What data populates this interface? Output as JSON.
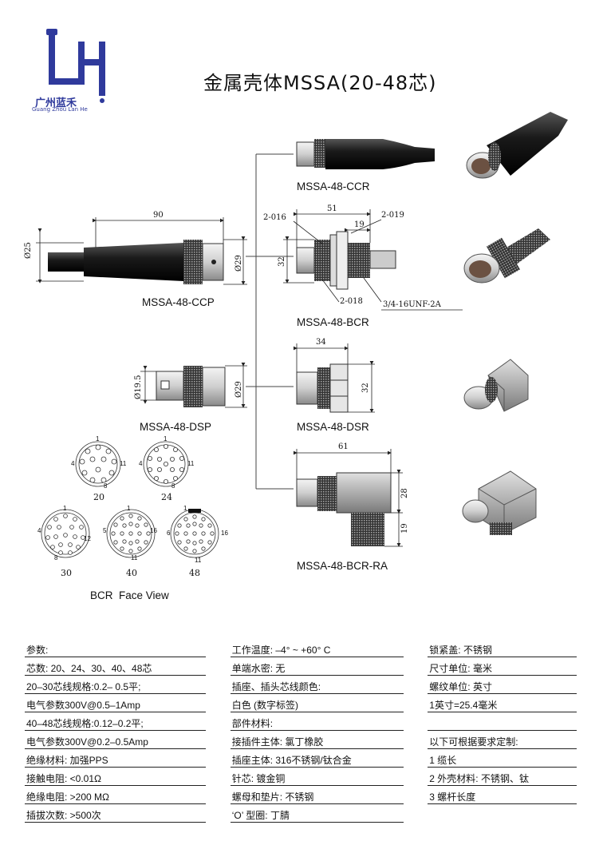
{
  "logo": {
    "company_cn": "广州蓝禾",
    "company_en": "Guang Zhou Lan He"
  },
  "title": "金属壳体MSSA(20-48芯)",
  "products": {
    "ccr": "MSSA-48-CCR",
    "ccp": "MSSA-48-CCP",
    "bcr": "MSSA-48-BCR",
    "dsp": "MSSA-48-DSP",
    "dsr": "MSSA-48-DSR",
    "bcr_ra": "MSSA-48-BCR-RA"
  },
  "dims": {
    "ccp_len": "90",
    "ccp_d25": "Ø25",
    "ccp_d29": "Ø29",
    "bcr_51": "51",
    "bcr_19": "19",
    "bcr_32": "32",
    "bcr_2016": "2-016",
    "bcr_2019": "2-019",
    "bcr_2018": "2-018",
    "bcr_thread": "3/4-16UNF-2A",
    "dsp_d195": "Ø19.5",
    "dsp_d29": "Ø29",
    "dsr_34": "34",
    "dsr_32": "32",
    "ra_61": "61",
    "ra_28": "28",
    "ra_19": "19"
  },
  "face_view": {
    "caption": "BCR  Face View",
    "labels": [
      "20",
      "24",
      "30",
      "40",
      "48"
    ],
    "pins": {
      "f20": [
        "1",
        "4",
        "11",
        "8"
      ],
      "f24": [
        "1",
        "4",
        "11",
        "8"
      ],
      "f30": [
        "1",
        "4",
        "12",
        "8"
      ],
      "f40": [
        "1",
        "5",
        "16",
        "11"
      ],
      "f48": [
        "1",
        "6",
        "16",
        "11"
      ]
    }
  },
  "specs": {
    "col1": [
      "参数:",
      "芯数: 20、24、30、40、48芯",
      "20–30芯线规格:0.2– 0.5平;",
      "电气参数300V@0.5–1Amp",
      "40–48芯线规格:0.12–0.2平;",
      "电气参数300V@0.2–0.5Amp",
      "绝缘材料: 加强PPS",
      "接触电阻: <0.01Ω",
      "绝缘电阻: >200 MΩ",
      "插拔次数: >500次"
    ],
    "col2": [
      "工作温度: –4° ~ +60° C",
      "单端水密: 无",
      "插座、插头芯线颜色:",
      "白色 (数字标签)",
      "部件材料:",
      "接插件主体: 氯丁橡胶",
      "插座主体: 316不锈钢/钛合金",
      "针芯: 镀金铜",
      "螺母和垫片: 不锈钢",
      "‘O’ 型圈: 丁腈"
    ],
    "col3": [
      "锁紧盖: 不锈钢",
      "尺寸单位: 毫米",
      "螺纹单位: 英寸",
      "1英寸=25.4毫米",
      "",
      "以下可根据要求定制:",
      "1 缆长",
      "2 外壳材料: 不锈钢、钛",
      "3 螺杆长度",
      ""
    ]
  }
}
